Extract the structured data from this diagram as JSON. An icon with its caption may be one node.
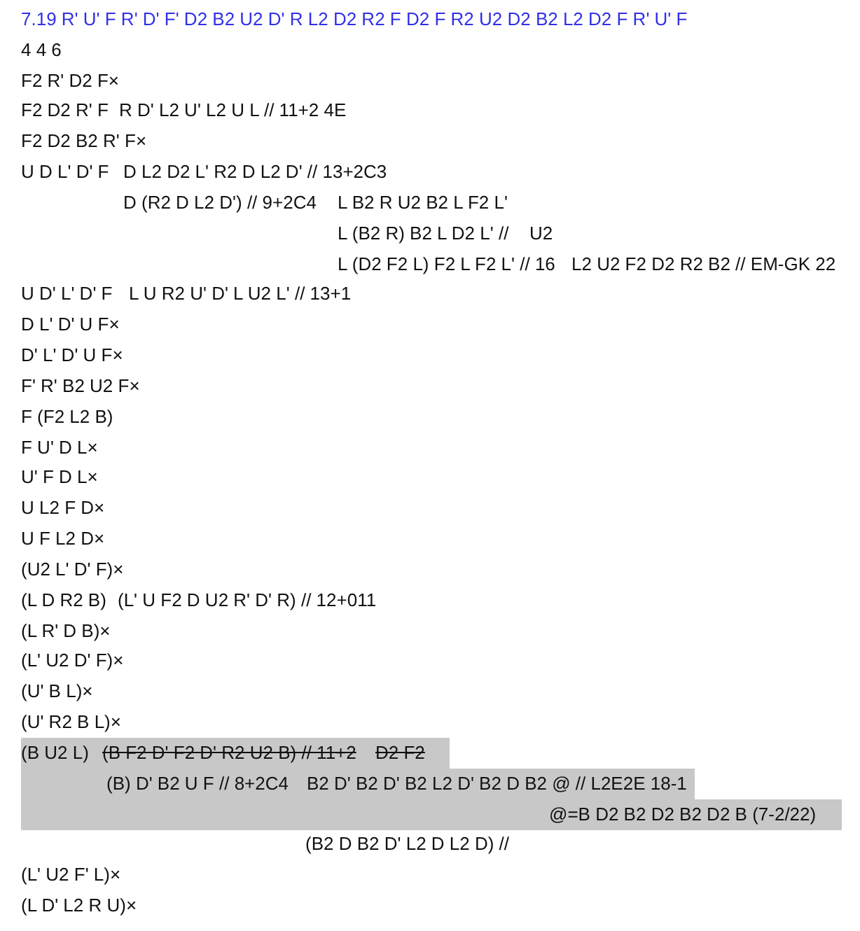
{
  "diagram": {
    "labels": [
      "7.19 R' U' F R' D' F' D2 B2 U2 D' R L2 D2 R2 F D2 F R2 U2 D2 B2 L2 D2 F R' U' F",
      "4 4 6",
      "F2 R' D2 F×",
      "F2 D2 R' F",
      "R D' L2 U' L2 U L // 11+2 4E",
      "F2 D2 B2 R' F×",
      "U D L' D' F",
      "D L2 D2 L' R2 D L2 D' // 13+2C3",
      "D (R2 D L2 D') // 9+2C4",
      "L B2 R U2 B2 L F2 L'",
      "L (B2 R) B2 L D2 L' //",
      "U2",
      "L (D2 F2 L) F2 L F2 L' // 16",
      "L2 U2 F2 D2 R2 B2 // EM-GK 22",
      "U D' L' D' F",
      "L U R2 U' D' L U2 L' // 13+1",
      "D L' D' U F×",
      "D' L' D' U F×",
      "F' R' B2 U2 F×",
      "F (F2 L2 B)",
      "F U' D L×",
      "U' F D L×",
      "U L2 F D×",
      "U F L2 D×",
      "(U2 L' D' F)×",
      "(L D R2 B)",
      "(L' U F2 D U2 R' D' R) // 12+011",
      "(L R' D B)×",
      "(L' U2 D' F)×",
      "(U' B L)×",
      "(U' R2 B L)×",
      "(B U2 L)",
      "(B F2 D' F2 D' R2 U2 B) // 11+2",
      "D2 F2",
      "(B) D' B2 U F // 8+2C4",
      "B2 D' B2 D' B2 L2 D' B2 D B2 @ // L2E2E 18-1",
      "@=B D2 B2 D2 B2 D2 B (7-2/22)",
      "(B2 D B2 D' L2 D L2 D) //",
      "(L' U2 F' L)×",
      "(L D' L2 R U)×"
    ]
  }
}
